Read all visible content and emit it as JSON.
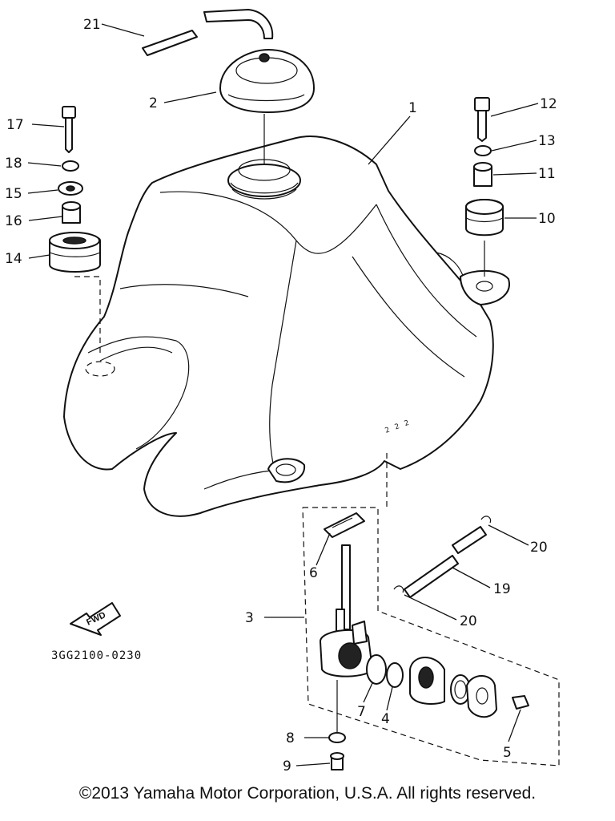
{
  "diagram": {
    "callouts": {
      "c1": "1",
      "c2": "2",
      "c3": "3",
      "c4": "4",
      "c5": "5",
      "c6": "6",
      "c7": "7",
      "c8": "8",
      "c9": "9",
      "c10": "10",
      "c11": "11",
      "c12": "12",
      "c13": "13",
      "c14": "14",
      "c15": "15",
      "c16": "16",
      "c17": "17",
      "c18": "18",
      "c19": "19",
      "c20a": "20",
      "c20b": "20",
      "c21": "21"
    },
    "fwd_label": "FWD",
    "part_code": "3GG2100-0230"
  },
  "footer": {
    "copyright": "©2013 Yamaha Motor Corporation, U.S.A. All rights reserved."
  }
}
